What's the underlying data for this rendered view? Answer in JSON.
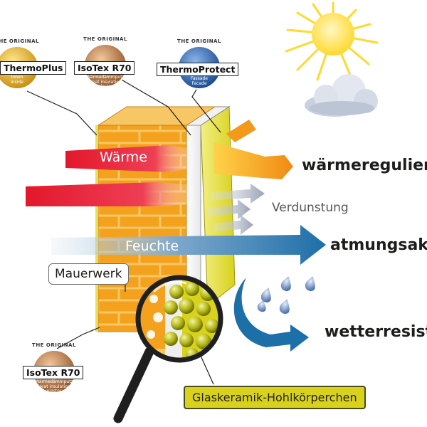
{
  "labels": {
    "waerme": "Wärme",
    "feuchte": "Feuchte",
    "verdunstung": "Verdunstung",
    "mauerwerk": "Mauerwerk",
    "waermeregulierend": "wärmeregulierend",
    "atmungsaktiv": "atmungsaktiv",
    "wetterresistent": "wetterresistent",
    "glaskeramik": "Glaskeramik-Hohlkörperchen"
  },
  "badges": {
    "thermoplus": {
      "top": "THE ORIGINAL",
      "name": "ThermoPlus",
      "sub1": "Innen",
      "sub2": "Inside"
    },
    "isotex_top": {
      "top": "THE ORIGINAL",
      "name": "IsoTex R70",
      "sub1": "Wärmedämmputz",
      "sub2": "Heat insulation plaster"
    },
    "thermoprotect": {
      "top": "THE ORIGINAL",
      "name": "ThermoProtect",
      "sub1": "Fassade",
      "sub2": "Facade"
    },
    "isotex_bottom": {
      "top": "THE ORIGINAL",
      "name": "IsoTex R70",
      "sub1": "Wärmedämmputz",
      "sub2": "Heat insulation plaster"
    }
  },
  "colors": {
    "brick": "#f4a21e",
    "mortar": "#f7c766",
    "heat_red": "#e3172b",
    "heat_orange": "#f39a1d",
    "moisture_blue": "#1d6fa8",
    "yellow_layer": "#e3e04a",
    "sun": "#ffe45c",
    "glass_label": "#d8d21c"
  }
}
